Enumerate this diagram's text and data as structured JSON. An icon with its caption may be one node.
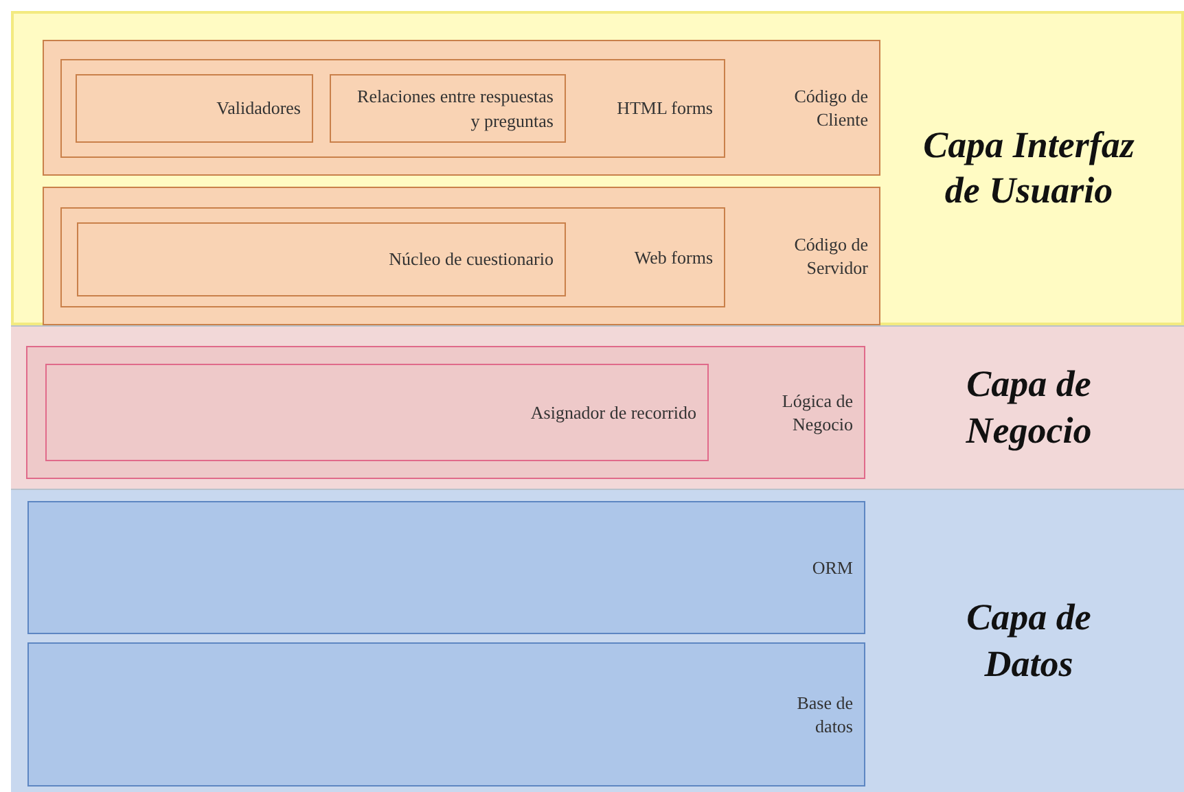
{
  "diagram": {
    "nodes": [
      {
        "text": [
          "Capa Interfaz de Usuario"
        ]
      },
      {
        "text": [
          "Código de Cliente"
        ],
        "in": 0
      },
      {
        "text": [
          "HTML forms"
        ],
        "in": 1
      },
      {
        "text": [
          "Validadores"
        ],
        "in": 2
      },
      {
        "text": [
          "Relaciones entre respuestas y preguntas"
        ],
        "in": 2
      },
      {
        "text": [
          "Código de Servidor"
        ],
        "in": 0
      },
      {
        "text": [
          "Web forms"
        ],
        "in": 5
      },
      {
        "text": [
          "Núcleo de cuestionario"
        ],
        "in": 6
      },
      {
        "text": [
          "Capa de Negocio"
        ]
      },
      {
        "text": [
          "Lógica de Negocio"
        ],
        "in": 8
      },
      {
        "text": [
          "Asignador de recorrido"
        ],
        "in": 9
      },
      {
        "text": [
          "Capa de Datos"
        ]
      },
      {
        "text": [
          "ORM"
        ],
        "in": 11
      },
      {
        "text": [
          "Base de datos"
        ],
        "in": 11
      }
    ]
  }
}
